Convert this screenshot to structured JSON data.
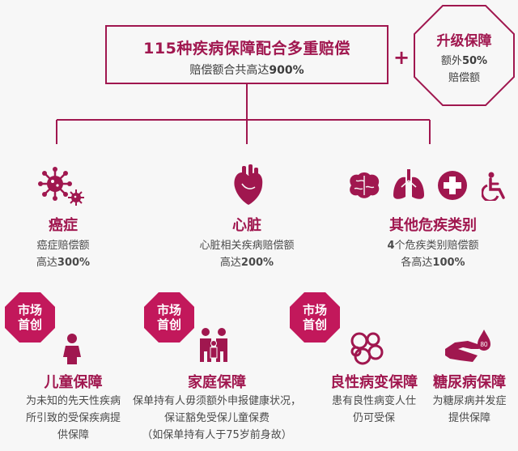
{
  "top": {
    "title": "115种疾病保障配合多重赔偿",
    "subtitle_prefix": "赔偿额合共高达",
    "subtitle_value": "900%"
  },
  "plus": "+",
  "upgrade": {
    "title": "升级保障",
    "line1_prefix": "额外",
    "line1_value": "50%",
    "line2": "赔偿额"
  },
  "categories": [
    {
      "title": "癌症",
      "line1": "癌症赔偿额",
      "line2_prefix": "高达",
      "line2_value": "300%",
      "icon": "virus-icon"
    },
    {
      "title": "心脏",
      "line1": "心脏相关疾病赔偿额",
      "line2_prefix": "高达",
      "line2_value": "200%",
      "icon": "heart-icon"
    },
    {
      "title": "其他危疾类别",
      "line1_value": "4",
      "line1": "个危疾类别赔偿额",
      "line2_prefix": "各高达",
      "line2_value": "100%",
      "icons": [
        "brain-icon",
        "lungs-icon",
        "medical-cross-icon",
        "wheelchair-icon"
      ]
    }
  ],
  "badge": {
    "line1": "市场",
    "line2": "首创"
  },
  "subs": [
    {
      "title": "儿童保障",
      "lines": [
        "为未知的先天性疾病",
        "所引致的受保疾病提",
        "供保障"
      ],
      "icon": "child-icon"
    },
    {
      "title": "家庭保障",
      "lines": [
        "保单持有人毋须额外申报健康状况，",
        "保证豁免受保儿童保费",
        "（如保单持有人于75岁前身故）"
      ],
      "icon": "family-icon"
    },
    {
      "title": "良性病变保障",
      "lines": [
        "患有良性病变人仕",
        "仍可受保"
      ],
      "icon": "cells-icon"
    },
    {
      "title": "糖尿病保障",
      "lines": [
        "为糖尿病并发症",
        "提供保障"
      ],
      "icon": "diabetes-icon"
    }
  ],
  "colors": {
    "accent": "#a0174f",
    "badge": "#c2185b",
    "text": "#3d3d3d",
    "background": "#f7f7f7"
  }
}
